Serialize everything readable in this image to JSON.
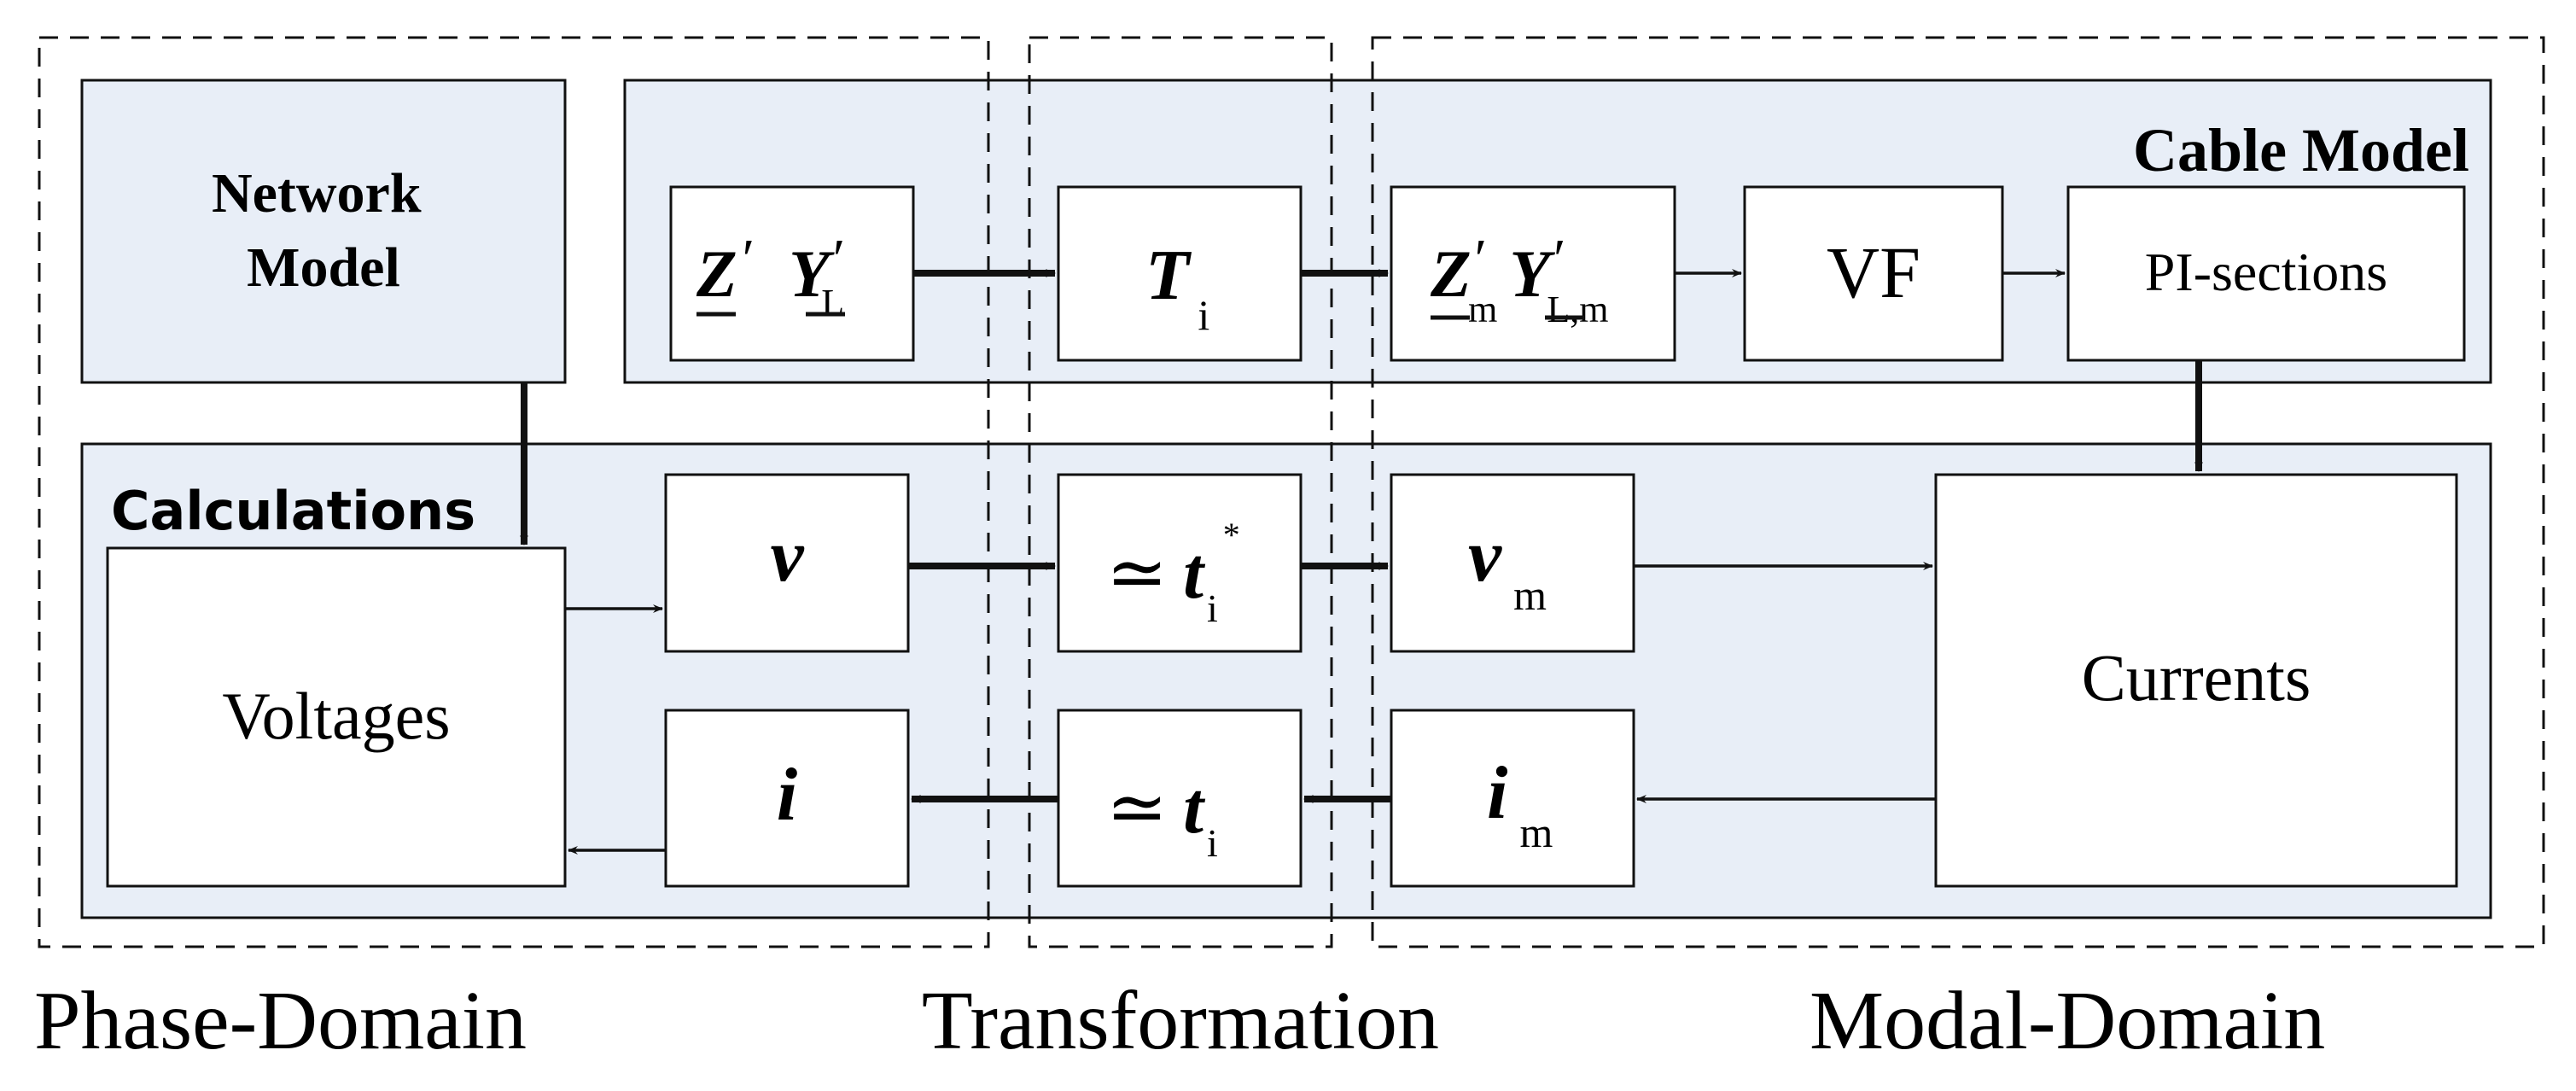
{
  "domains": {
    "phase": "Phase-Domain",
    "transformation": "Transformation",
    "modal": "Modal-Domain"
  },
  "network_model": {
    "line1": "Network",
    "line2": "Model"
  },
  "cable_model": {
    "title": "Cable Model",
    "params": {
      "z": "Z",
      "prime": "′",
      "y": "Y",
      "sub": "L"
    },
    "transform": {
      "symbol": "T",
      "sub": "i"
    },
    "modal_params": {
      "z": "Z",
      "prime": "′",
      "z_sub": "m",
      "y": "Y",
      "y_sub": "L,m"
    },
    "vf": "VF",
    "pi_sections": "PI-sections"
  },
  "calculations": {
    "title": "Calculations",
    "voltages": "Voltages",
    "currents": "Currents",
    "v": "v",
    "i": "i",
    "t_forward": {
      "approx": "≃",
      "symbol": "t",
      "sub": "i",
      "sup": "*"
    },
    "t_backward": {
      "approx": "≃",
      "symbol": "t",
      "sub": "i"
    },
    "v_m": {
      "symbol": "v",
      "sub": "m"
    },
    "i_m": {
      "symbol": "i",
      "sub": "m"
    }
  },
  "colors": {
    "panel_fill": "#e8eef7",
    "stroke": "#111111",
    "box_fill": "#ffffff"
  }
}
